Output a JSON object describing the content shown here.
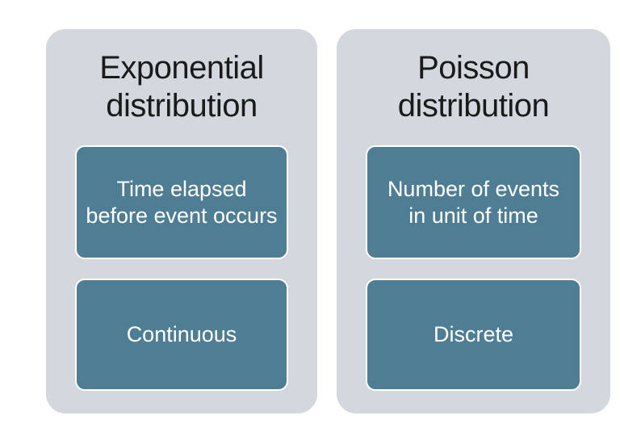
{
  "diagram": {
    "columns": [
      {
        "title": "Exponential\ndistribution",
        "boxes": [
          "Time elapsed\nbefore event occurs",
          "Continuous"
        ]
      },
      {
        "title": "Poisson\ndistribution",
        "boxes": [
          "Number of events\nin unit of time",
          "Discrete"
        ]
      }
    ],
    "colors": {
      "page_background": "#ffffff",
      "panel_background": "#d2d8de",
      "node_background": "#4f7e94",
      "node_border": "#ffffff",
      "node_text": "#ffffff",
      "title_text": "#1a1a1a"
    }
  }
}
